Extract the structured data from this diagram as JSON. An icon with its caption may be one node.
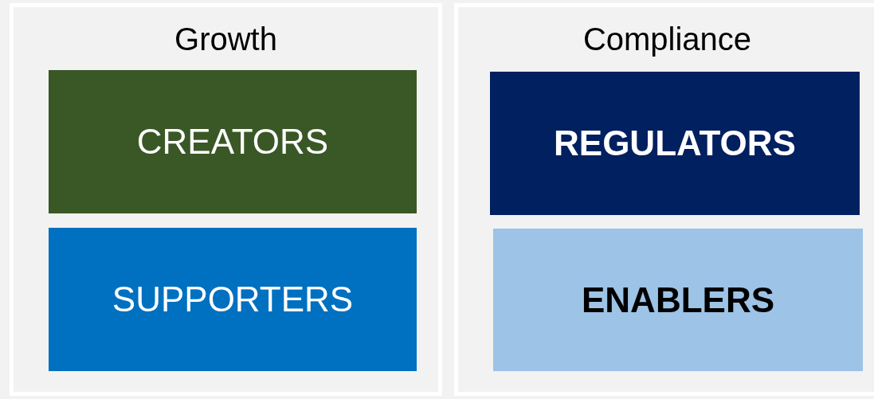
{
  "diagram": {
    "nodes": [
      {
        "text": [
          "Growth"
        ]
      },
      {
        "text": [
          "CREATORS"
        ],
        "in": 0
      },
      {
        "text": [
          "SUPPORTERS"
        ],
        "in": 0
      },
      {
        "text": [
          "Compliance"
        ]
      },
      {
        "text": [
          "REGULATORS"
        ],
        "in": 3
      },
      {
        "text": [
          "ENABLERS"
        ],
        "in": 3
      }
    ]
  }
}
